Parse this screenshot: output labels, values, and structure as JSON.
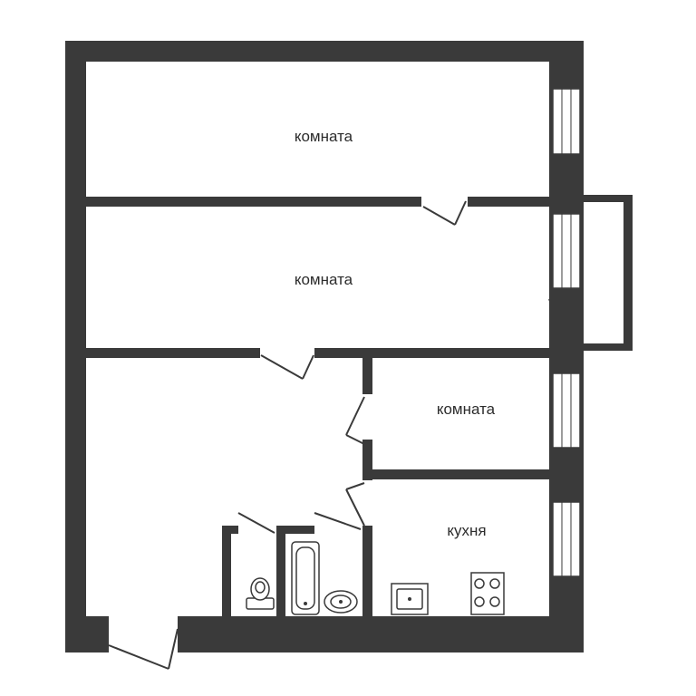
{
  "rooms": [
    {
      "id": "room-1",
      "label": "комната"
    },
    {
      "id": "room-2",
      "label": "комната"
    },
    {
      "id": "room-3",
      "label": "комната"
    },
    {
      "id": "kitchen",
      "label": "кухня"
    }
  ]
}
